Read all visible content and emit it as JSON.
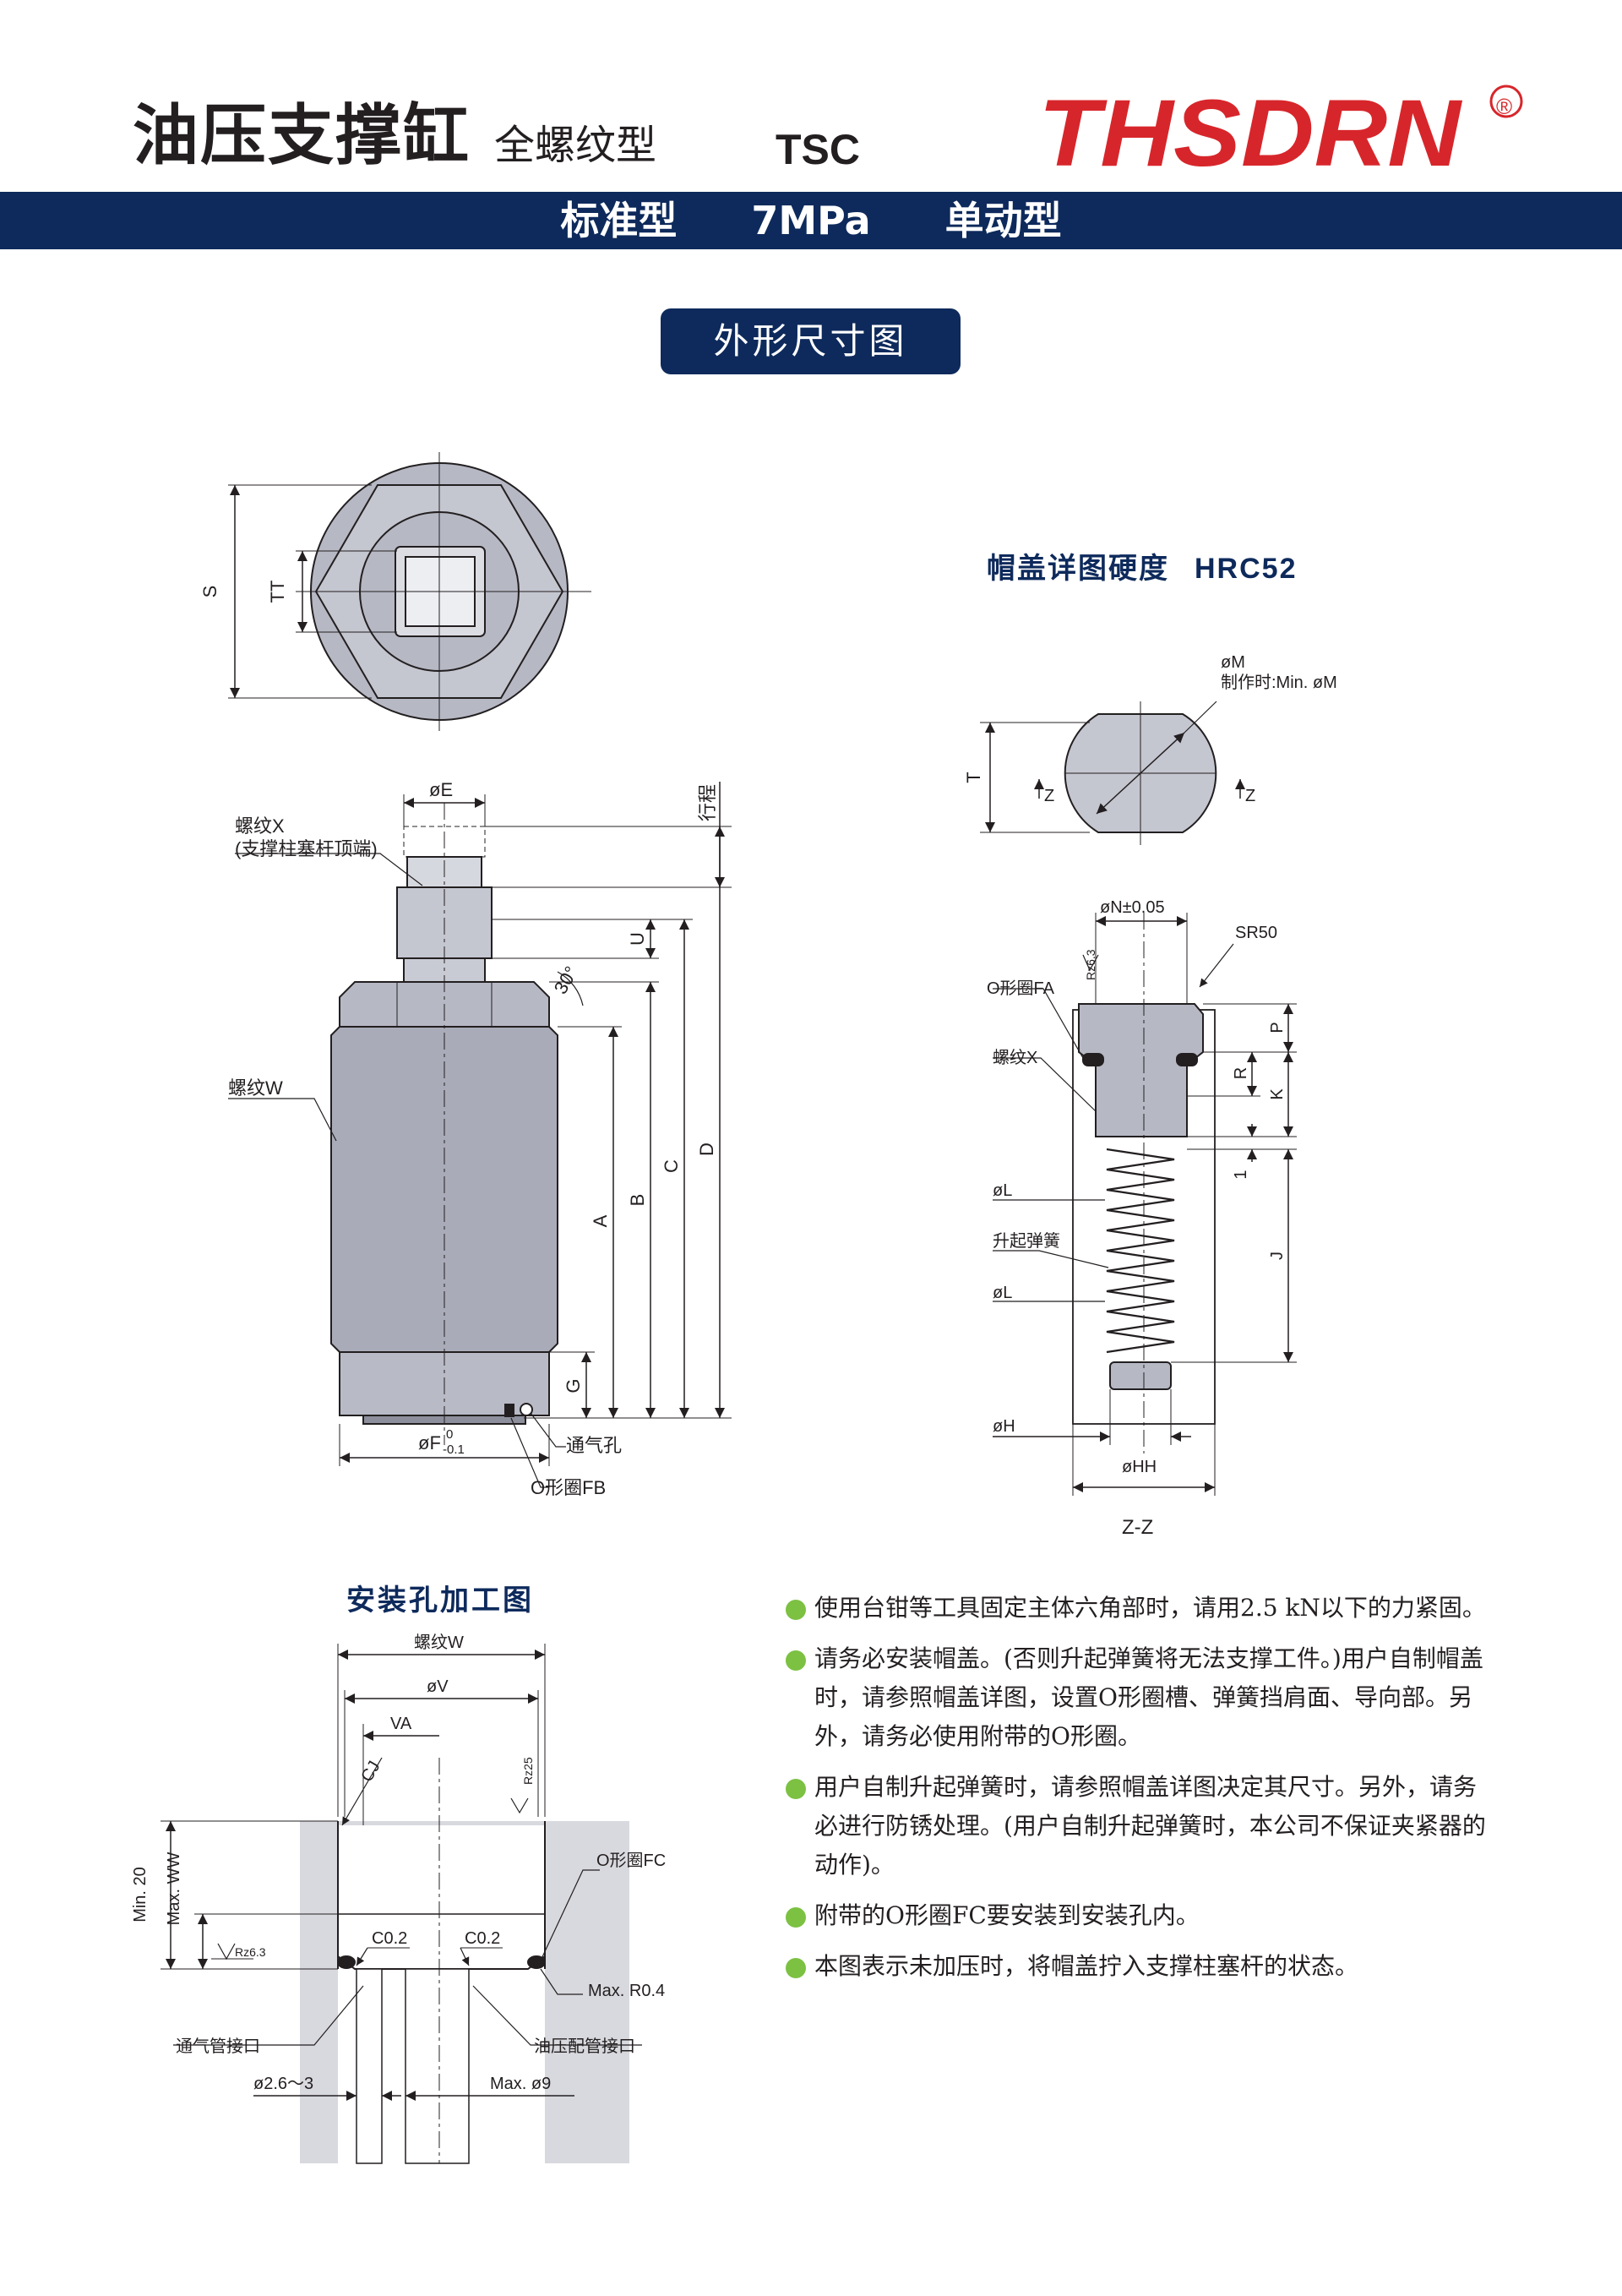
{
  "header": {
    "title": "油压支撑缸",
    "subtitle": "全螺纹型",
    "model": "TSC",
    "brand": "THSDRN",
    "registered": "®"
  },
  "banner": {
    "items": [
      "标准型",
      "7MPa",
      "单动型"
    ]
  },
  "section_title": "外形尺寸图",
  "cap_detail": {
    "heading": "帽盖详图硬度",
    "hardness": "HRC52",
    "labels": {
      "m": "øM",
      "m_note": "制作时:Min. øM",
      "t": "T",
      "z": "Z",
      "n": "øN±0.05",
      "sr": "SR50",
      "rz": "Rz6.3",
      "oring_fa": "O形圈FA",
      "thread_x": "螺纹X",
      "p": "P",
      "r": "R",
      "k": "K",
      "one": "1",
      "j": "J",
      "l": "øL",
      "spring": "升起弹簧",
      "h": "øH",
      "hh": "øHH",
      "section": "Z-Z"
    }
  },
  "top_view": {
    "s": "S",
    "tt": "TT"
  },
  "main_view": {
    "e": "øE",
    "stroke": "行程",
    "thread_x": "螺纹X",
    "thread_x_note": "(支撑柱塞杆顶端)",
    "thread_w": "螺纹W",
    "u": "U",
    "angle": "30°",
    "a": "A",
    "b": "B",
    "c": "C",
    "d": "D",
    "g": "G",
    "f": "øF",
    "f_tol_upper": "0",
    "f_tol_lower": "-0.1",
    "vent": "通气孔",
    "oring_fb": "O形圈FB"
  },
  "install": {
    "heading": "安装孔加工图",
    "thread_w": "螺纹W",
    "v": "øV",
    "va": "VA",
    "cj": "CJ",
    "rz25": "Rz25",
    "min20": "Min. 20",
    "maxww": "Max. WW",
    "rz63": "Rz6.3",
    "c02a": "C0.2",
    "c02b": "C0.2",
    "oring_fc": "O形圈FC",
    "max_r": "Max. R0.4",
    "vent_port": "通气管接口",
    "oil_port": "油压配管接口",
    "d_vent": "ø2.6～3",
    "d_oil": "Max. ø9"
  },
  "notes": [
    "使用台钳等工具固定主体六角部时，请用2.5 kN以下的力紧固。",
    "请务必安装帽盖。(否则升起弹簧将无法支撑工件。)用户自制帽盖时，请参照帽盖详图，设置O形圈槽、弹簧挡肩面、导向部。另外，请务必使用附带的O形圈。",
    "用户自制升起弹簧时，请参照帽盖详图决定其尺寸。另外，请务必进行防锈处理。(用户自制升起弹簧时，本公司不保证夹紧器的 动作)。",
    "附带的O形圈FC要安装到安装孔内。",
    "本图表示未加压时，将帽盖拧入支撑柱塞杆的状态。"
  ],
  "colors": {
    "navy": "#0e2a5c",
    "brand_red": "#d7262b",
    "bullet_green": "#7cc142",
    "part_gray": "#b6b8c4"
  }
}
